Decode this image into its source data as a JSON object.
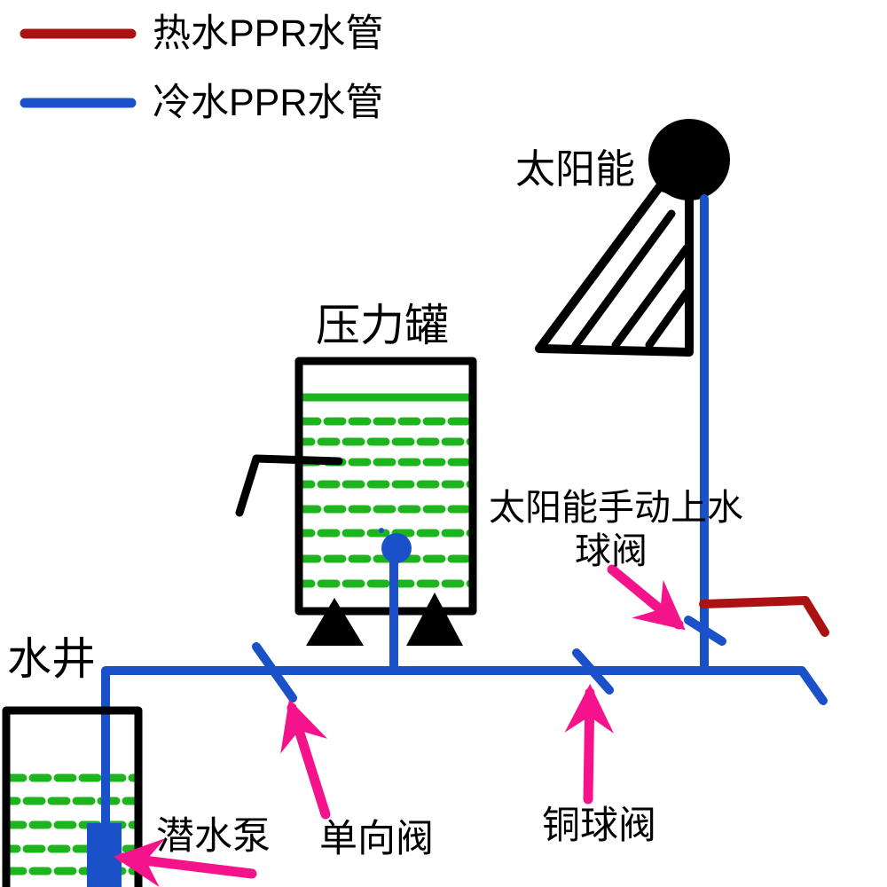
{
  "legend": {
    "items": [
      {
        "label": "热水PPR水管",
        "meaning": "hot-water-ppr-pipe",
        "color": "#ab1212"
      },
      {
        "label": "冷水PPR水管",
        "meaning": "cold-water-ppr-pipe",
        "color": "#1b51c8"
      }
    ]
  },
  "labels": {
    "solar": "太阳能",
    "pressure_tank": "压力罐",
    "solar_fill_valve_line1": "太阳能手动上水",
    "solar_fill_valve_line2": "球阀",
    "well": "水井",
    "pump": "潜水泵",
    "check_valve": "单向阀",
    "copper_ball_valve": "铜球阀"
  },
  "colors": {
    "hot_pipe": "#ab1212",
    "cold_pipe": "#1b51c8",
    "water_green": "#1eb41e",
    "arrow_pink": "#f5138c",
    "ink_black": "#000000"
  }
}
